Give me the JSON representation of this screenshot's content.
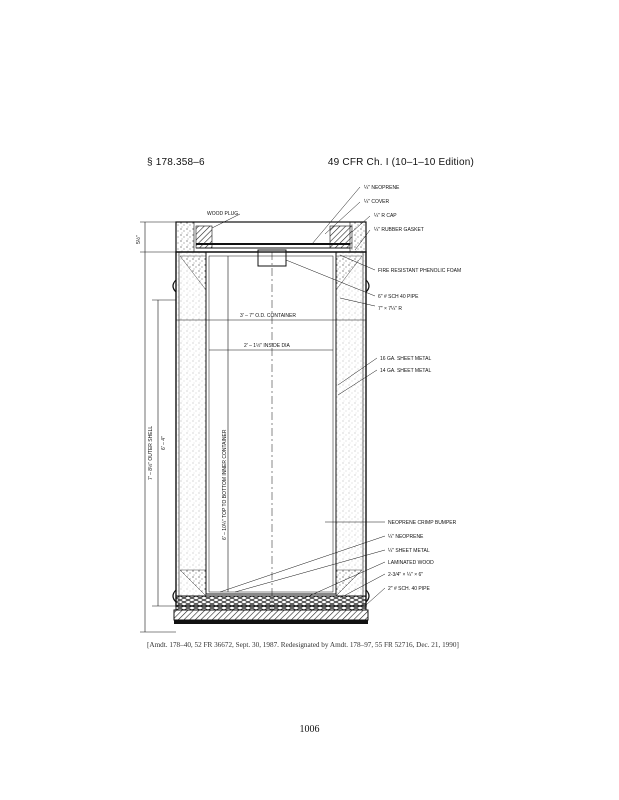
{
  "header": {
    "section": "§ 178.358–6",
    "source": "49 CFR Ch. I (10–1–10 Edition)"
  },
  "figure": {
    "labels": {
      "wood_plug": "WOOD PLUG",
      "neoprene_top": "¼\" NEOPRENE",
      "cover": "¼\" COVER",
      "r_cap": "¼\" R CAP",
      "rubber_gasket": "¼\" RUBBER GASKET",
      "fire_foam": "FIRE RESISTANT PHENOLIC FOAM",
      "pipe_6": "6\" # SCH 40 PIPE",
      "pipe_7": "7\" × 7¼\" R",
      "container_dim": "3' – 7\" O.D. CONTAINER",
      "inside_dia": "2' – 1½\" INSIDE DIA",
      "sheet_16": "16 GA. SHEET METAL",
      "sheet_14": "14 GA. SHEET METAL",
      "neoprene_bumper": "NEOPRENE CRIMP BUMPER",
      "neoprene_mid": "¼\" NEOPRENE",
      "sheet_metal": "¼\" SHEET METAL",
      "laminated_wood": "LAMINATED WOOD",
      "angle": "2-3/4\" × ¼\" × 6\"",
      "pipe_2": "2\" # SCH. 40 PIPE",
      "height_top": "5½\"",
      "outer_shell": "7' – 8½\" OUTER SHELL",
      "inner_dim": "6' – 4\"",
      "inner_container": "6' – 10¼\" TOP TO BOTTOM INNER CONTAINER"
    }
  },
  "footnote": "[Amdt. 178–40, 52 FR 36672, Sept. 30, 1987. Redesignated by Amdt. 178–97, 55 FR 52716, Dec. 21, 1990]",
  "page_number": "1006"
}
